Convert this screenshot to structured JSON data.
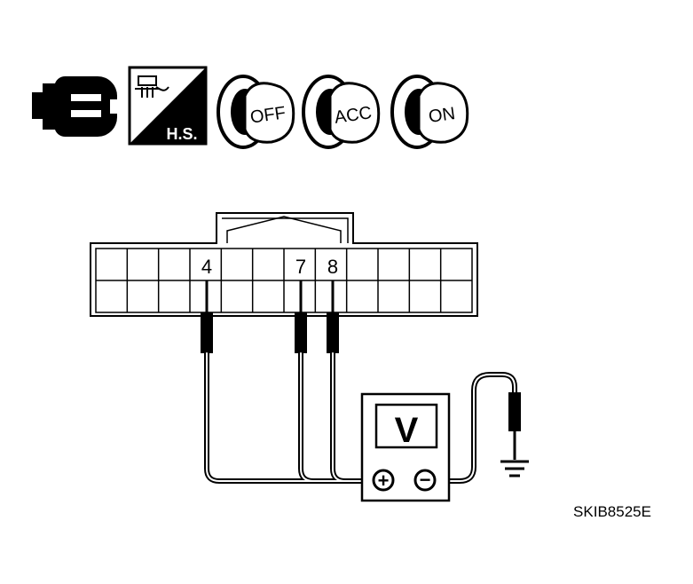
{
  "icons": {
    "connector": "connector-icon",
    "harness": "harness-check-icon",
    "harness_label": "H.S.",
    "keys": [
      {
        "name": "ignition-key-off-icon",
        "label": "OFF"
      },
      {
        "name": "ignition-key-acc-icon",
        "label": "ACC"
      },
      {
        "name": "ignition-key-on-icon",
        "label": "ON"
      }
    ]
  },
  "connector": {
    "terminals": [
      "4",
      "7",
      "8"
    ]
  },
  "meter": {
    "display": "V",
    "positive": "+",
    "negative": "−"
  },
  "figure_code": "SKIB8525E"
}
